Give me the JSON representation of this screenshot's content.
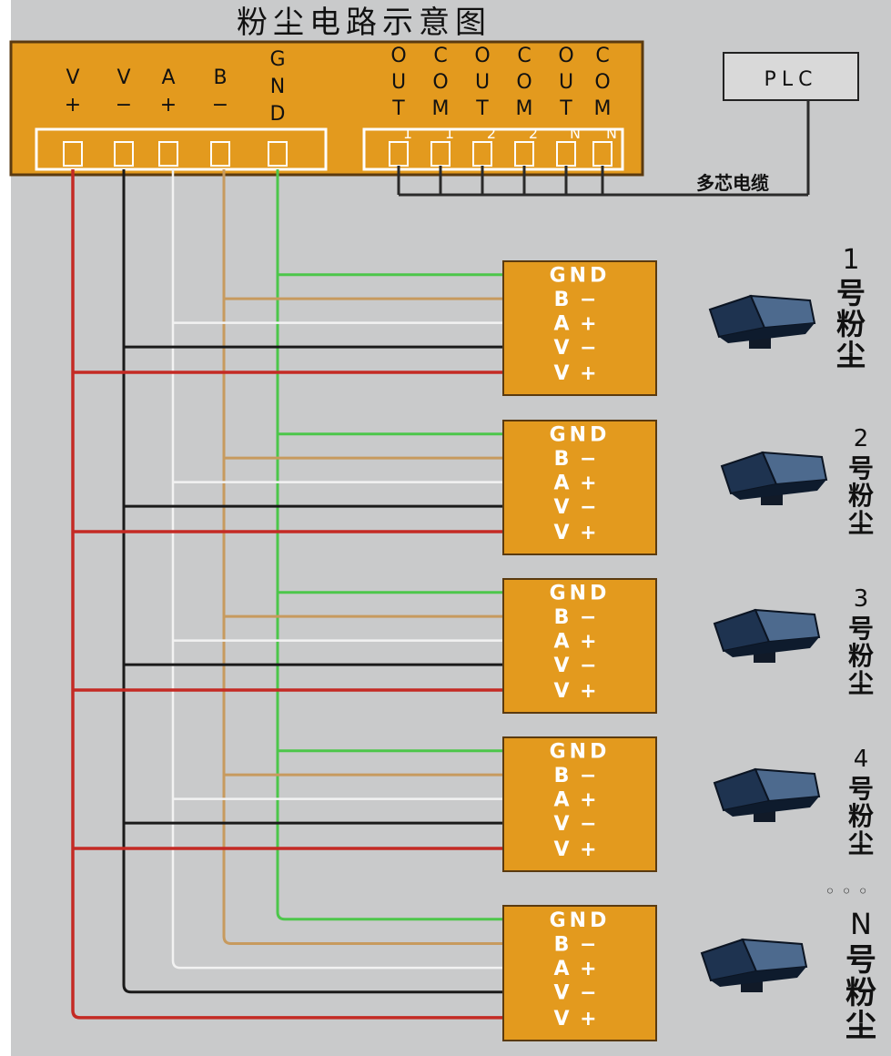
{
  "title": "粉尘电路示意图",
  "controller": {
    "terminals": [
      {
        "top": "V",
        "bottom": "+"
      },
      {
        "top": "V",
        "bottom": "−"
      },
      {
        "top": "A",
        "bottom": "+"
      },
      {
        "top": "B",
        "bottom": "−"
      },
      {
        "lines": [
          "G",
          "N",
          "D"
        ]
      }
    ],
    "outputs": [
      {
        "lines": [
          "O",
          "U",
          "T"
        ]
      },
      {
        "lines": [
          "C",
          "O",
          "M"
        ]
      },
      {
        "lines": [
          "O",
          "U",
          "T"
        ]
      },
      {
        "lines": [
          "C",
          "O",
          "M"
        ]
      },
      {
        "lines": [
          "O",
          "U",
          "T"
        ]
      },
      {
        "lines": [
          "C",
          "O",
          "M"
        ]
      }
    ],
    "output_tick_labels": [
      "1",
      "1",
      "2",
      "2",
      "N",
      "N"
    ]
  },
  "plc": {
    "label": "PLC"
  },
  "cable_label": "多芯电缆",
  "sensor_pins": [
    "GND",
    "B −",
    "A +",
    "V −",
    "V +"
  ],
  "sensors": [
    {
      "id": "1",
      "label_num": "1",
      "label_text": [
        "号",
        "粉",
        "尘"
      ]
    },
    {
      "id": "2",
      "label_num": "2",
      "label_text": [
        "号",
        "粉",
        "尘"
      ]
    },
    {
      "id": "3",
      "label_num": "3",
      "label_text": [
        "号",
        "粉",
        "尘"
      ]
    },
    {
      "id": "4",
      "label_num": "4",
      "label_text": [
        "号",
        "粉",
        "尘"
      ]
    },
    {
      "id": "N",
      "label_num": "N",
      "label_text": [
        "号",
        "粉",
        "尘"
      ]
    }
  ],
  "ellipsis": "◦ ◦ ◦",
  "colors": {
    "background": "#c9cacb",
    "box": "#e39a1e",
    "box_border": "#5a3a10",
    "wire_v_plus": "#c42a24",
    "wire_v_minus": "#1a1a1a",
    "wire_a_plus": "#f2f2f2",
    "wire_b_minus": "#c79a5e",
    "wire_gnd": "#4cc64a",
    "sensor_body": "#1e3350"
  }
}
